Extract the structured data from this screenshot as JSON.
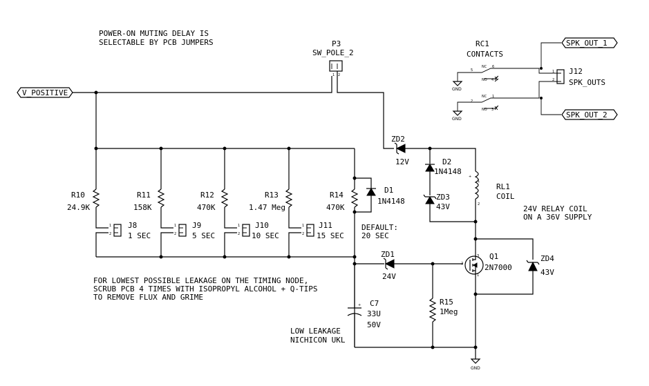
{
  "notes": {
    "muting_delay": [
      "POWER-ON MUTING DELAY IS",
      "SELECTABLE BY PCB JUMPERS"
    ],
    "leakage": [
      "FOR LOWEST POSSIBLE LEAKAGE ON THE TIMING NODE,",
      "SCRUB PCB 4 TIMES WITH ISOPROPYL ALCOHOL + Q-TIPS",
      "TO REMOVE FLUX AND GRIME"
    ],
    "default": [
      "DEFAULT:",
      "20 SEC"
    ],
    "relay_coil": [
      "24V RELAY COIL",
      "ON A 36V SUPPLY"
    ],
    "capacitor": [
      "LOW LEAKAGE",
      "NICHICON UKL"
    ]
  },
  "nets": {
    "v_positive": "V_POSITIVE",
    "spk_out_1": "SPK_OUT_1",
    "spk_out_2": "SPK_OUT_2",
    "gnd": "GND"
  },
  "components": {
    "P3": {
      "ref": "P3",
      "value": "SW_POLE_2"
    },
    "RC1": {
      "ref": "RC1",
      "value": "CONTACTS"
    },
    "J12": {
      "ref": "J12",
      "value": "SPK_OUTS"
    },
    "ZD2": {
      "ref": "ZD2",
      "value": "12V"
    },
    "D2": {
      "ref": "D2",
      "value": "1N4148"
    },
    "ZD3": {
      "ref": "ZD3",
      "value": "43V"
    },
    "RL1": {
      "ref": "RL1",
      "value": "COIL"
    },
    "R10": {
      "ref": "R10",
      "value": "24.9K"
    },
    "R11": {
      "ref": "R11",
      "value": "158K"
    },
    "R12": {
      "ref": "R12",
      "value": "470K"
    },
    "R13": {
      "ref": "R13",
      "value": "1.47 Meg"
    },
    "R14": {
      "ref": "R14",
      "value": "470K"
    },
    "D1": {
      "ref": "D1",
      "value": "1N4148"
    },
    "J8": {
      "ref": "J8",
      "value": "1 SEC"
    },
    "J9": {
      "ref": "J9",
      "value": "5 SEC"
    },
    "J10": {
      "ref": "J10",
      "value": "10 SEC"
    },
    "J11": {
      "ref": "J11",
      "value": "15 SEC"
    },
    "ZD1": {
      "ref": "ZD1",
      "value": "24V"
    },
    "Q1": {
      "ref": "Q1",
      "value": "2N7000"
    },
    "ZD4": {
      "ref": "ZD4",
      "value": "43V"
    },
    "C7": {
      "ref": "C7",
      "value": "33U",
      "rating": "50V"
    },
    "R15": {
      "ref": "R15",
      "value": "1Meg"
    }
  },
  "pins": {
    "one": "1",
    "two": "2",
    "three": "3",
    "four": "4",
    "five": "5",
    "six": "6",
    "nc": "NC",
    "no": "NO",
    "plus": "+"
  }
}
